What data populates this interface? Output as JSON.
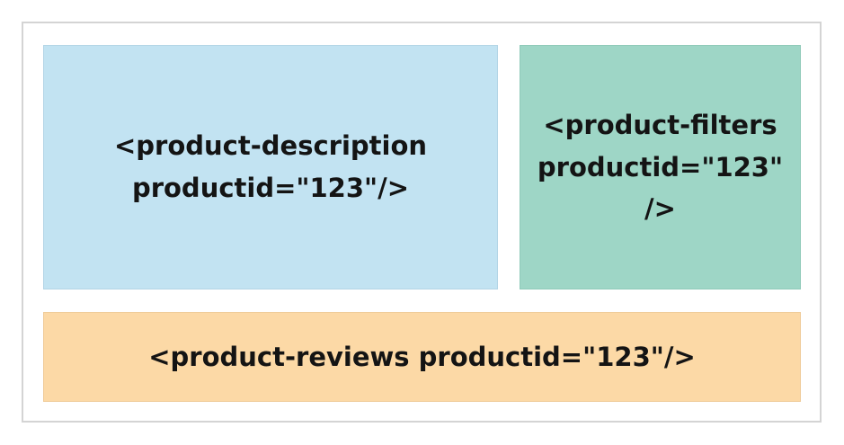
{
  "components": {
    "description": {
      "line1": "<product-description",
      "line2": "productid=\"123\"/>",
      "color": "#c2e3f2"
    },
    "filters": {
      "line1": "<product-filters",
      "line2": "productid=\"123\"",
      "line3": "/>",
      "color": "#9ed6c6"
    },
    "reviews": {
      "line1": "<product-reviews productid=\"123\"/>",
      "color": "#fcd9a6"
    }
  }
}
